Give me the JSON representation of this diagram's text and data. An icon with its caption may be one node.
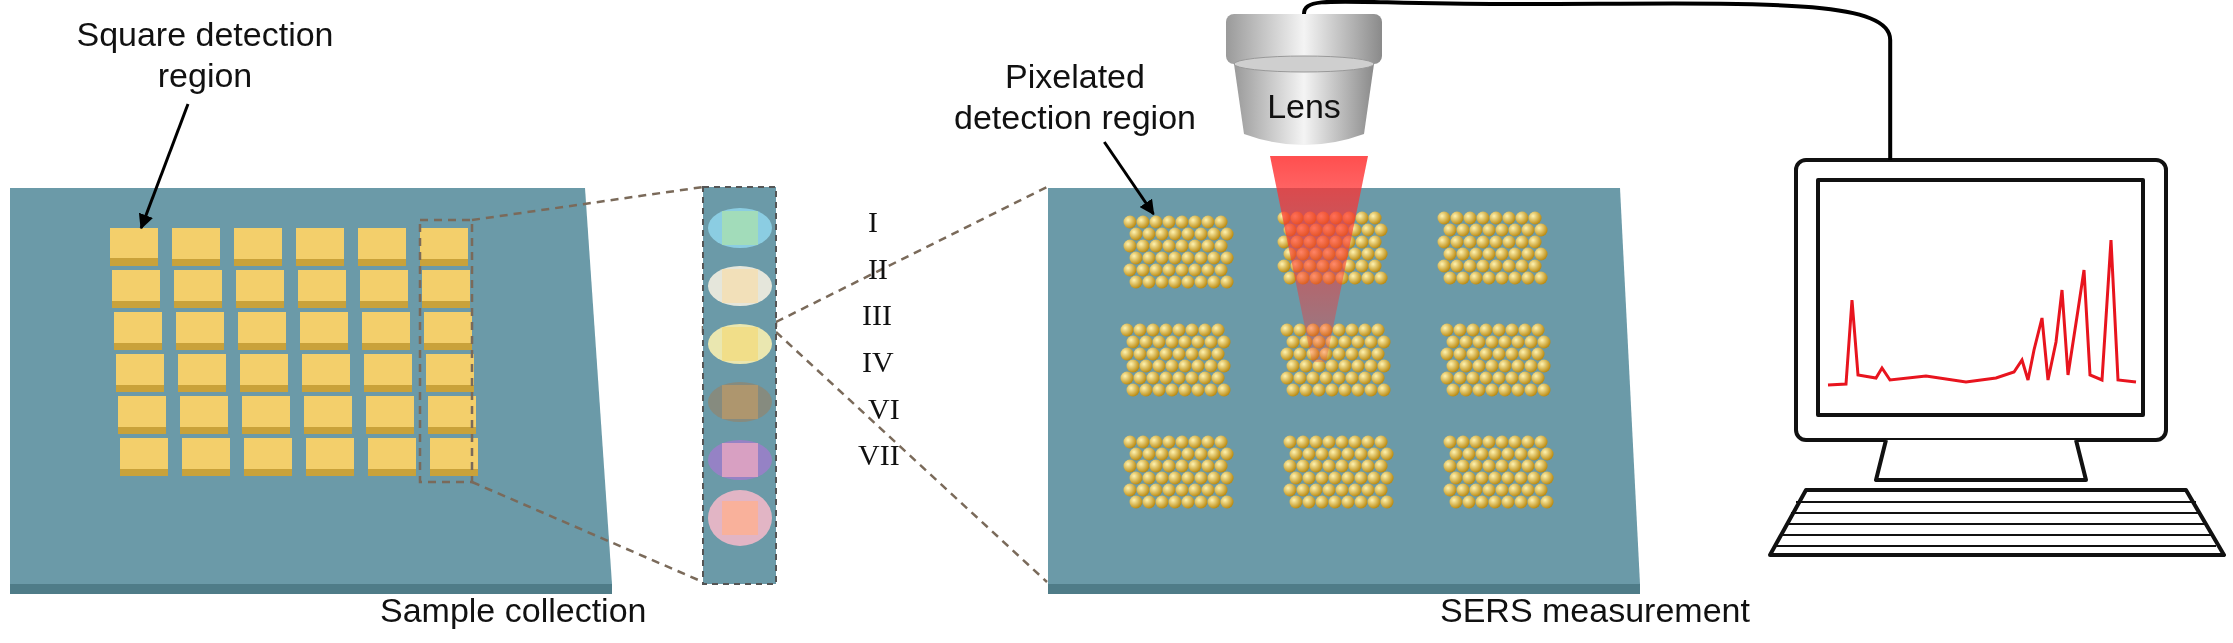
{
  "diagram": {
    "nodes": [
      {
        "text": [
          "Square detection region"
        ]
      },
      {
        "text": [],
        "shape": "box"
      },
      {
        "text": [
          "Pixelated detection region"
        ]
      },
      {
        "text": [],
        "shape": "picture"
      },
      {
        "text": [
          "Lens"
        ]
      },
      {
        "text": [],
        "shape": "picture"
      }
    ],
    "edges": [
      {
        "from": 0,
        "to": 1,
        "arrow": "to"
      },
      {
        "from": 2,
        "to": 3,
        "arrow": "to"
      },
      {
        "from": 4,
        "to": 5,
        "arrow": "none"
      }
    ],
    "labels": [
      "I",
      "II",
      "III",
      "IV",
      "VI",
      "VII",
      "Sample collection",
      "SERS measurement"
    ]
  }
}
